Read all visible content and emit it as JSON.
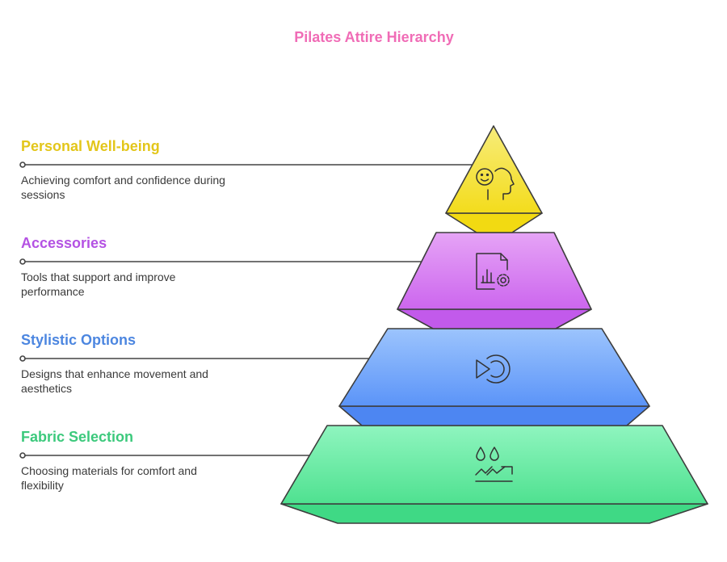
{
  "title": "Pilates Attire Hierarchy",
  "levels": [
    {
      "heading": "Personal Well-being",
      "description": "Achieving comfort and confidence during sessions",
      "icon": "wellbeing-face-icon",
      "color": "#f5e02c"
    },
    {
      "heading": "Accessories",
      "description": "Tools that support and improve performance",
      "icon": "document-gear-icon",
      "color": "#d67df0"
    },
    {
      "heading": "Stylistic Options",
      "description": "Designs that enhance movement and aesthetics",
      "icon": "play-cycle-icon",
      "color": "#6da4fb"
    },
    {
      "heading": "Fabric Selection",
      "description": "Choosing materials for comfort and flexibility",
      "icon": "droplets-flow-icon",
      "color": "#5ce99a"
    }
  ]
}
